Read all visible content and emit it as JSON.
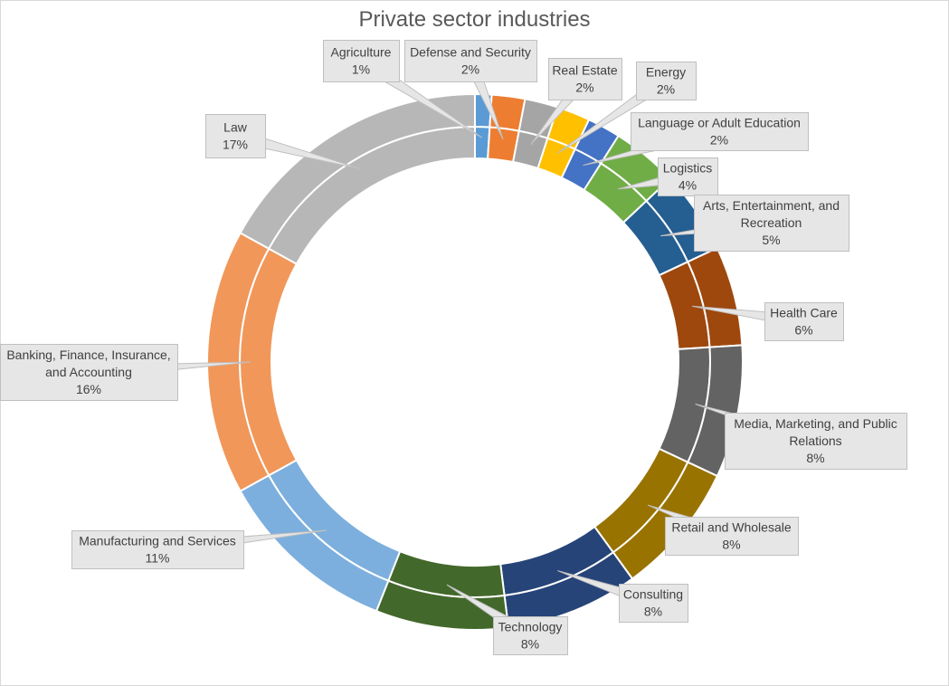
{
  "chart_data": {
    "type": "pie",
    "variant": "doughnut",
    "title": "Private sector industries",
    "legend": "none",
    "data_labels": "callouts with category name and percentage",
    "callout_fill": "#e7e6e6",
    "callout_border": "#bfbfbf",
    "rings": 2,
    "series": [
      {
        "name": "",
        "slices": [
          {
            "label": "Agriculture",
            "value_label": "1%",
            "value": 1,
            "color": "#5b9bd5"
          },
          {
            "label": "Defense and Security",
            "value_label": "2%",
            "value": 2,
            "color": "#ed7d31"
          },
          {
            "label": "Real Estate",
            "value_label": "2%",
            "value": 2,
            "color": "#a5a5a5"
          },
          {
            "label": "Energy",
            "value_label": "2%",
            "value": 2,
            "color": "#ffc000"
          },
          {
            "label": "Language or Adult Education",
            "value_label": "2%",
            "value": 2,
            "color": "#4472c4"
          },
          {
            "label": "Logistics",
            "value_label": "4%",
            "value": 4,
            "color": "#70ad47"
          },
          {
            "label": "Arts, Entertainment, and Recreation",
            "value_label": "5%",
            "value": 5,
            "color": "#255e91"
          },
          {
            "label": "Health Care",
            "value_label": "6%",
            "value": 6,
            "color": "#9e480e"
          },
          {
            "label": "Media, Marketing, and Public Relations",
            "value_label": "8%",
            "value": 8,
            "color": "#636363"
          },
          {
            "label": "Retail and Wholesale",
            "value_label": "8%",
            "value": 8,
            "color": "#997300"
          },
          {
            "label": "Consulting",
            "value_label": "8%",
            "value": 8,
            "color": "#264478"
          },
          {
            "label": "Technology",
            "value_label": "8%",
            "value": 8,
            "color": "#43682b"
          },
          {
            "label": "Manufacturing and Services",
            "value_label": "11%",
            "value": 11,
            "color": "#7cafdd"
          },
          {
            "label": "Banking, Finance, Insurance, and Accounting",
            "value_label": "16%",
            "value": 16,
            "color": "#f1975a"
          },
          {
            "label": "Law",
            "value_label": "17%",
            "value": 17,
            "color": "#b7b7b7"
          }
        ]
      }
    ]
  }
}
